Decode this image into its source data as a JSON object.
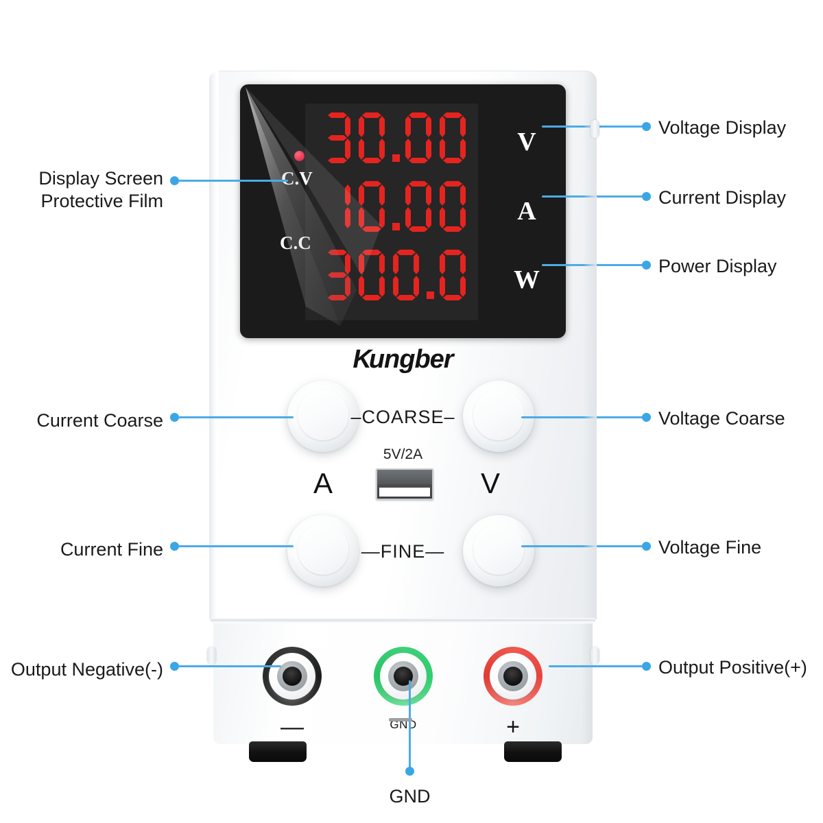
{
  "product": {
    "brand": "Kungber",
    "brand_mark": "K",
    "brand_rest": "ungber"
  },
  "display": {
    "voltage_value": "30.00",
    "voltage_unit": "V",
    "current_value": "10.00",
    "current_unit": "A",
    "power_value": "300.0",
    "power_unit": "W",
    "mode_cv": "C.V",
    "mode_cc": "C.C",
    "cv_indicator_color": "#e31b39",
    "segment_color": "#e52420",
    "screen_color": "#1b1b1b"
  },
  "controls": {
    "coarse_label": "–COARSE–",
    "fine_label": "—FINE—",
    "current_letter": "A",
    "voltage_letter": "V",
    "usb_rating": "5V/2A"
  },
  "terminals": {
    "negative_symbol": "—",
    "ground_symbol": "GND",
    "positive_symbol": "+",
    "negative_color": "#2a2a2a",
    "ground_color": "#2fcf6f",
    "positive_color": "#e8433c"
  },
  "annotations": {
    "accent_color": "#4cabe6",
    "left": [
      {
        "id": "display-film",
        "line1": "Display Screen",
        "line2": "Protective Film"
      },
      {
        "id": "current-coarse",
        "line1": "Current Coarse",
        "line2": ""
      },
      {
        "id": "current-fine",
        "line1": "Current Fine",
        "line2": ""
      },
      {
        "id": "output-negative",
        "line1": "Output Negative(-)",
        "line2": ""
      }
    ],
    "right": [
      {
        "id": "voltage-display",
        "label": "Voltage Display"
      },
      {
        "id": "current-display",
        "label": "Current Display"
      },
      {
        "id": "power-display",
        "label": "Power Display"
      },
      {
        "id": "voltage-coarse",
        "label": "Voltage Coarse"
      },
      {
        "id": "voltage-fine",
        "label": "Voltage Fine"
      },
      {
        "id": "output-positive",
        "label": "Output Positive(+)"
      }
    ],
    "bottom": [
      {
        "id": "gnd",
        "label": "GND"
      }
    ]
  }
}
